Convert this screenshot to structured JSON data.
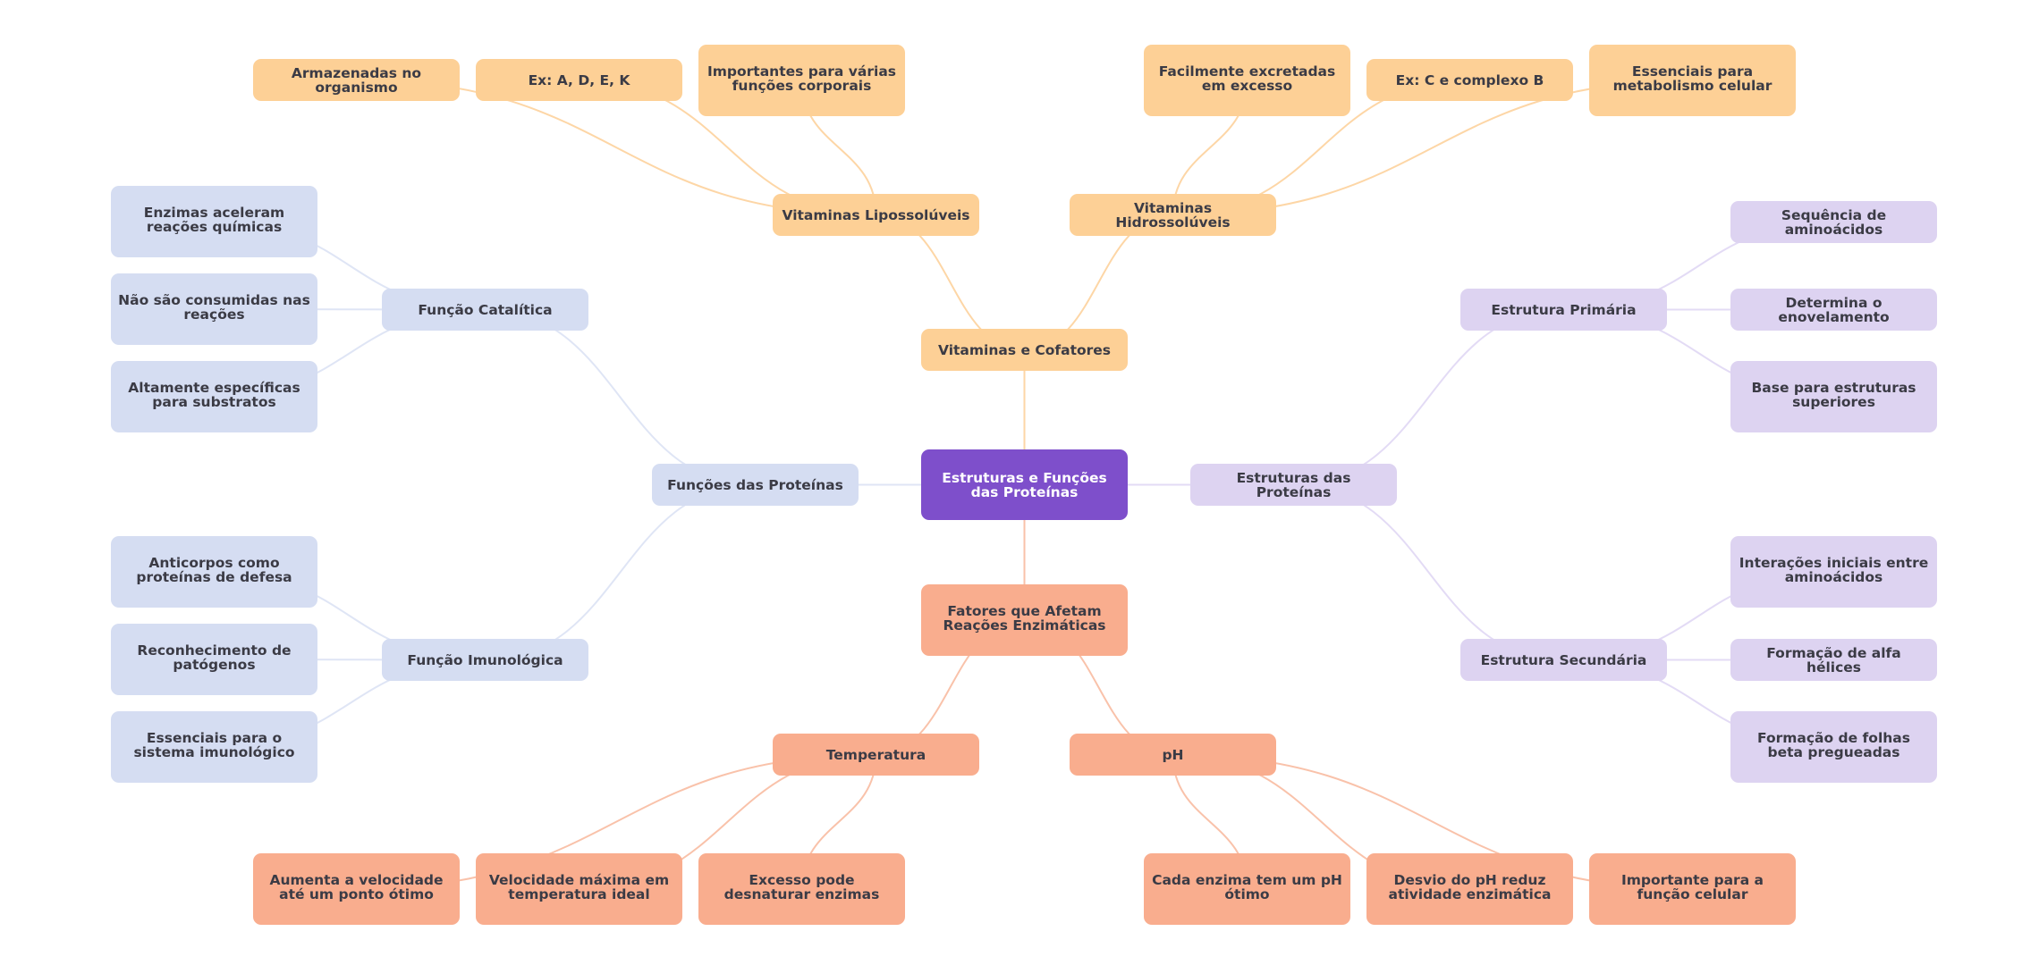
{
  "diagram": {
    "type": "mind-map",
    "colors": {
      "root": "#7e4fcb",
      "vitaminas": "#fdd096",
      "funcoes": "#d5ddf2",
      "estruturas": "#ddd3f1",
      "fatores": "#f9ad8e",
      "edge_vitaminas": "#fdd6a6",
      "edge_funcoes": "#dfe5f5",
      "edge_estruturas": "#e3dbf5",
      "edge_fatores": "#f9c2aa"
    },
    "nodes": {
      "root": "Estruturas e Funções das Proteínas",
      "vitaminas": "Vitaminas e Cofatores",
      "lipo": "Vitaminas Lipossolúveis",
      "lipo1": "Armazenadas no organismo",
      "lipo2": "Ex: A, D, E, K",
      "lipo3": "Importantes para várias funções corporais",
      "hidro": "Vitaminas Hidrossolúveis",
      "hidro1": "Facilmente excretadas em excesso",
      "hidro2": "Ex: C e complexo B",
      "hidro3": "Essenciais para metabolismo celular",
      "funcoes": "Funções das Proteínas",
      "cat": "Função Catalítica",
      "cat1": "Enzimas aceleram reações químicas",
      "cat2": "Não são consumidas nas reações",
      "cat3": "Altamente específicas para substratos",
      "imu": "Função Imunológica",
      "imu1": "Anticorpos como proteínas de defesa",
      "imu2": "Reconhecimento de patógenos",
      "imu3": "Essenciais para o sistema imunológico",
      "estruturas": "Estruturas das Proteínas",
      "pri": "Estrutura Primária",
      "pri1": "Sequência de aminoácidos",
      "pri2": "Determina o enovelamento",
      "pri3": "Base para estruturas superiores",
      "sec": "Estrutura Secundária",
      "sec1": "Interações iniciais entre aminoácidos",
      "sec2": "Formação de alfa hélices",
      "sec3": "Formação de folhas beta pregueadas",
      "fatores": "Fatores que Afetam Reações Enzimáticas",
      "temp": "Temperatura",
      "temp1": "Aumenta a velocidade até um ponto ótimo",
      "temp2": "Velocidade máxima em temperatura ideal",
      "temp3": "Excesso pode desnaturar enzimas",
      "ph": "pH",
      "ph1": "Cada enzima tem um pH ótimo",
      "ph2": "Desvio do pH reduz atividade enzimática",
      "ph3": "Importante para a função celular"
    },
    "edges": [
      [
        "root",
        "vitaminas",
        "edge_vitaminas"
      ],
      [
        "vitaminas",
        "lipo",
        "edge_vitaminas"
      ],
      [
        "vitaminas",
        "hidro",
        "edge_vitaminas"
      ],
      [
        "lipo",
        "lipo1",
        "edge_vitaminas"
      ],
      [
        "lipo",
        "lipo2",
        "edge_vitaminas"
      ],
      [
        "lipo",
        "lipo3",
        "edge_vitaminas"
      ],
      [
        "hidro",
        "hidro1",
        "edge_vitaminas"
      ],
      [
        "hidro",
        "hidro2",
        "edge_vitaminas"
      ],
      [
        "hidro",
        "hidro3",
        "edge_vitaminas"
      ],
      [
        "root",
        "funcoes",
        "edge_funcoes"
      ],
      [
        "funcoes",
        "cat",
        "edge_funcoes"
      ],
      [
        "funcoes",
        "imu",
        "edge_funcoes"
      ],
      [
        "cat",
        "cat1",
        "edge_funcoes"
      ],
      [
        "cat",
        "cat2",
        "edge_funcoes"
      ],
      [
        "cat",
        "cat3",
        "edge_funcoes"
      ],
      [
        "imu",
        "imu1",
        "edge_funcoes"
      ],
      [
        "imu",
        "imu2",
        "edge_funcoes"
      ],
      [
        "imu",
        "imu3",
        "edge_funcoes"
      ],
      [
        "root",
        "estruturas",
        "edge_estruturas"
      ],
      [
        "estruturas",
        "pri",
        "edge_estruturas"
      ],
      [
        "estruturas",
        "sec",
        "edge_estruturas"
      ],
      [
        "pri",
        "pri1",
        "edge_estruturas"
      ],
      [
        "pri",
        "pri2",
        "edge_estruturas"
      ],
      [
        "pri",
        "pri3",
        "edge_estruturas"
      ],
      [
        "sec",
        "sec1",
        "edge_estruturas"
      ],
      [
        "sec",
        "sec2",
        "edge_estruturas"
      ],
      [
        "sec",
        "sec3",
        "edge_estruturas"
      ],
      [
        "root",
        "fatores",
        "edge_fatores"
      ],
      [
        "fatores",
        "temp",
        "edge_fatores"
      ],
      [
        "fatores",
        "ph",
        "edge_fatores"
      ],
      [
        "temp",
        "temp1",
        "edge_fatores"
      ],
      [
        "temp",
        "temp2",
        "edge_fatores"
      ],
      [
        "temp",
        "temp3",
        "edge_fatores"
      ],
      [
        "ph",
        "ph1",
        "edge_fatores"
      ],
      [
        "ph",
        "ph2",
        "edge_fatores"
      ],
      [
        "ph",
        "ph3",
        "edge_fatores"
      ]
    ]
  }
}
